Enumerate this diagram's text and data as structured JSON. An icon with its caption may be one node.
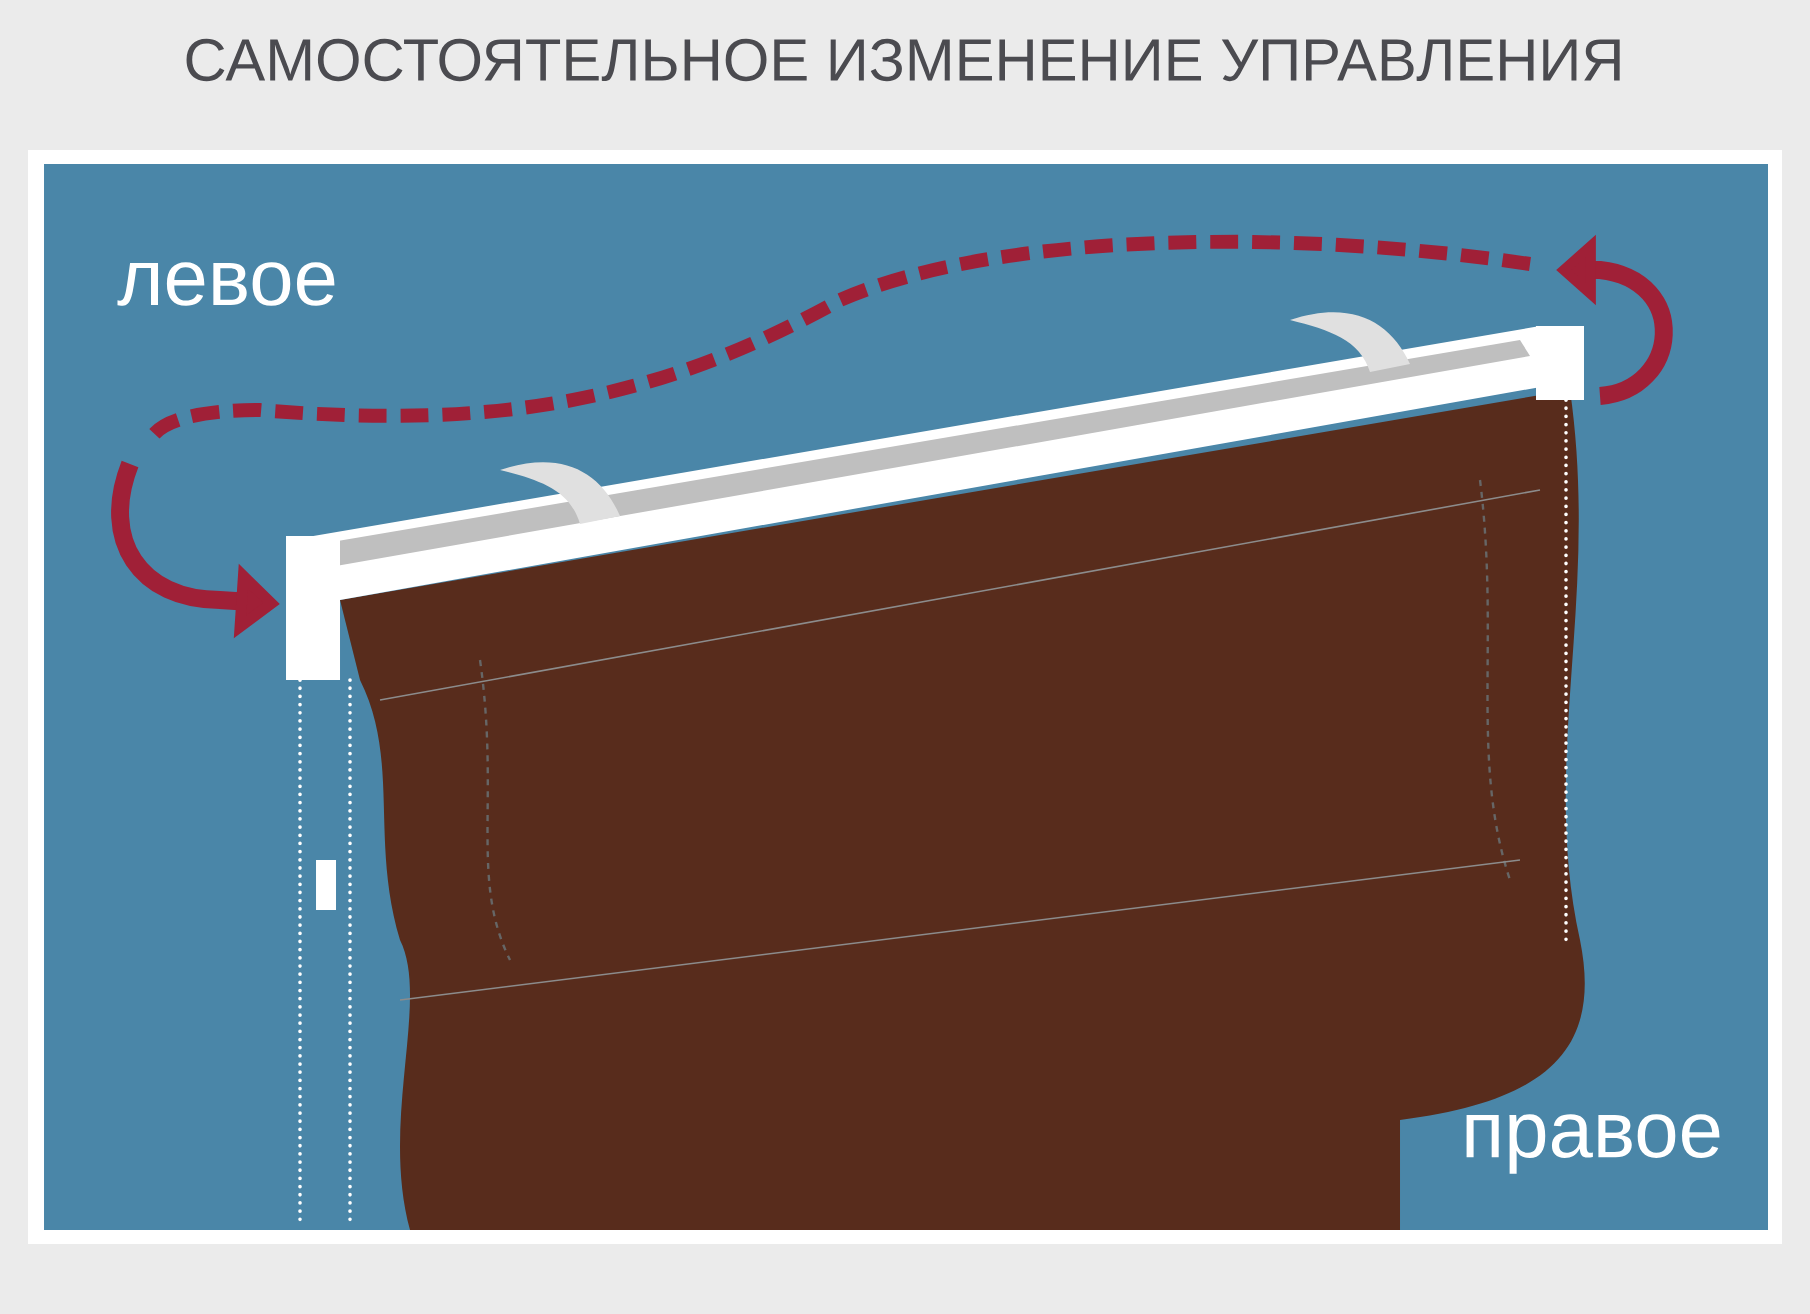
{
  "diagram": {
    "title": "САМОСТОЯТЕЛЬНОЕ ИЗМЕНЕНИЕ УПРАВЛЕНИЯ",
    "labels": [
      "левое",
      "правое"
    ]
  }
}
